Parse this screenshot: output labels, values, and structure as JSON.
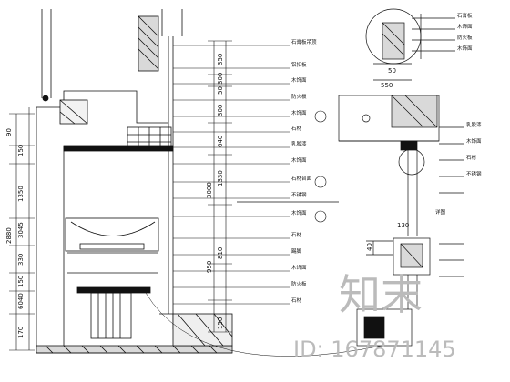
{
  "drawing": {
    "left_dims": [
      "90",
      "150",
      "1350",
      "2880",
      "3045",
      "330",
      "150",
      "6040",
      "170"
    ],
    "column_dims": [
      "350",
      "300",
      "50",
      "300",
      "640",
      "1330",
      "3000",
      "810",
      "950",
      "150"
    ],
    "detail_dims": [
      "50",
      "550",
      "130",
      "40"
    ],
    "tags_main": [
      "石膏板吊顶",
      "铝扣板",
      "木饰面",
      "防火板",
      "木饰面",
      "石材",
      "乳胶漆",
      "木饰面",
      "石材台面",
      "不锈钢",
      "木饰面",
      "石材",
      "踢脚",
      "木饰面",
      "防火板",
      "石材"
    ],
    "tags_detail": [
      "石膏板",
      "木饰面",
      "防火板",
      "木饰面",
      "乳胶漆",
      "木饰面",
      "石材",
      "不锈钢"
    ],
    "detail_tag": "详图"
  },
  "watermark": {
    "logo_text": "知末",
    "id_text": "ID: 167871145"
  }
}
